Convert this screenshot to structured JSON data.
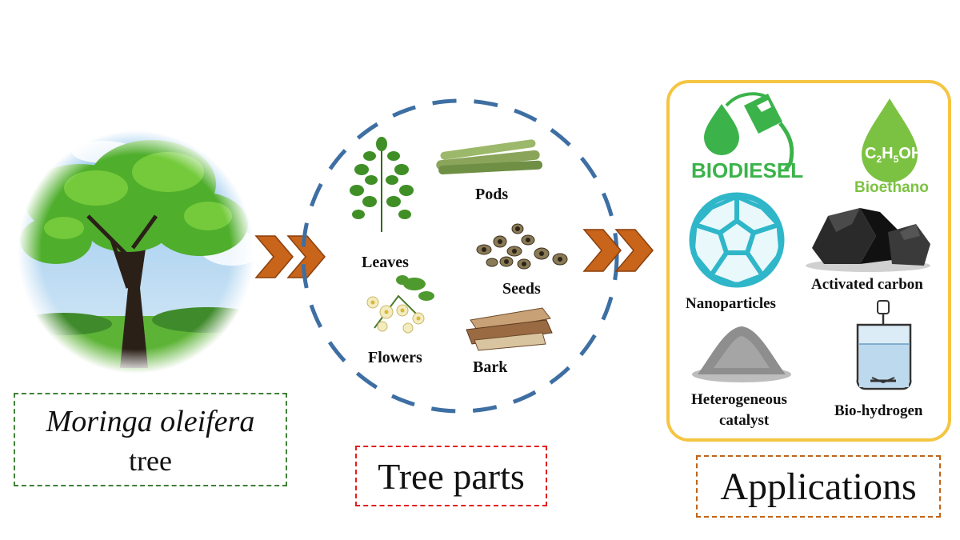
{
  "colors": {
    "chevron": "#c8651b",
    "dashed_circle": "#3e6fa3",
    "tree_box_border": "#3f7f3a",
    "tree_parts_box_border": "#e02020",
    "applications_box_border": "#c0641a",
    "applications_panel_border": "#f5c542",
    "biofuel_green": "#3bb34a",
    "nanoparticle_cyan": "#2fb6c9"
  },
  "source": {
    "title_italic": "Moringa oleifera",
    "title_rest": "tree",
    "image": "moringa-tree-illustration"
  },
  "tree_parts": {
    "caption": "Tree parts",
    "items": [
      {
        "label": "Leaves",
        "icon": "leaves-icon"
      },
      {
        "label": "Pods",
        "icon": "pods-icon"
      },
      {
        "label": "Seeds",
        "icon": "seeds-icon"
      },
      {
        "label": "Flowers",
        "icon": "flowers-icon"
      },
      {
        "label": "Bark",
        "icon": "bark-icon"
      }
    ]
  },
  "applications": {
    "caption": "Applications",
    "biodiesel_logo_text": "BIODIESEL",
    "bioethanol_formula": {
      "c": "C",
      "c_sub": "2",
      "h": "H",
      "h_sub": "5",
      "oh": "OH"
    },
    "bioethanol_label": "Bioethanol",
    "items": [
      {
        "label": "Nanoparticles",
        "icon": "fullerene-icon"
      },
      {
        "label": "Activated carbon",
        "icon": "charcoal-icon"
      },
      {
        "label_line1": "Heterogeneous",
        "label_line2": "catalyst",
        "icon": "powder-icon"
      },
      {
        "label": "Bio-hydrogen",
        "icon": "reactor-icon"
      }
    ]
  }
}
